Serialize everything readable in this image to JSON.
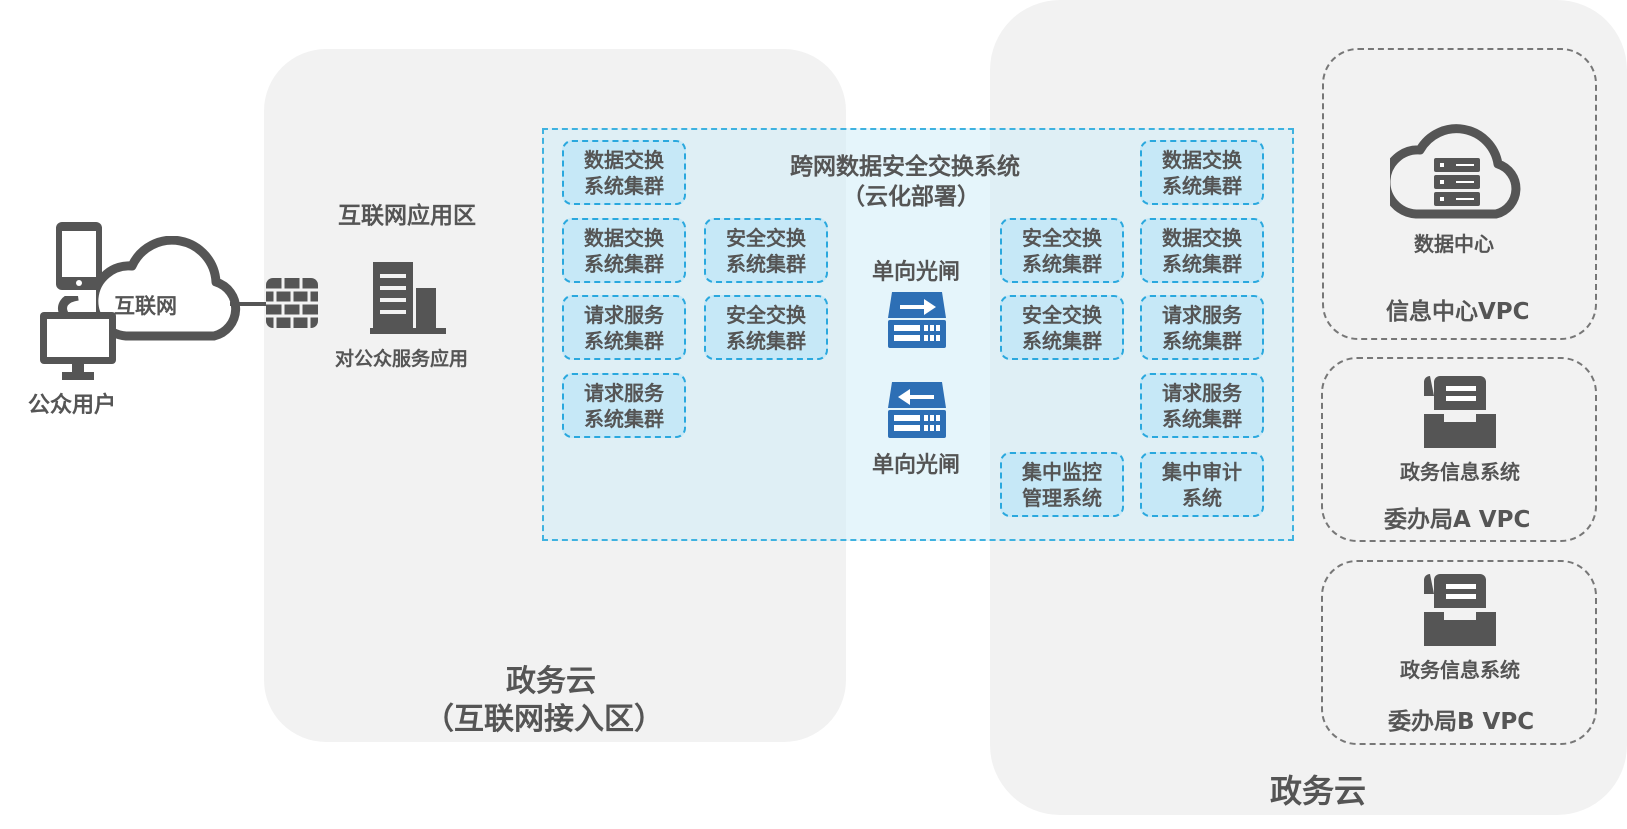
{
  "public_users": {
    "label": "公众用户"
  },
  "internet": {
    "label": "互联网"
  },
  "internet_zone": {
    "title": "互联网应用区",
    "server_label": "对公众服务应用",
    "footer_line1": "政务云",
    "footer_line2": "（互联网接入区）"
  },
  "exchange_system": {
    "title_line1": "跨网数据安全交换系统",
    "title_line2": "（云化部署）",
    "gate_top_label": "单向光闸",
    "gate_bottom_label": "单向光闸",
    "clusters": [
      "数据交换\n系统集群",
      "数据交换\n系统集群",
      "安全交换\n系统集群",
      "请求服务\n系统集群",
      "安全交换\n系统集群",
      "请求服务\n系统集群",
      "数据交换\n系统集群",
      "安全交换\n系统集群",
      "数据交换\n系统集群",
      "安全交换\n系统集群",
      "请求服务\n系统集群",
      "请求服务\n系统集群",
      "集中监控\n管理系统",
      "集中审计\n系统"
    ]
  },
  "gov_cloud": {
    "footer": "政务云"
  },
  "vpcs": {
    "info": {
      "icon_label": "数据中心",
      "name": "信息中心VPC"
    },
    "a": {
      "icon_label": "政务信息系统",
      "name": "委办局A VPC"
    },
    "b": {
      "icon_label": "政务信息系统",
      "name": "委办局B VPC"
    }
  },
  "colors": {
    "gray_icon": "#555555",
    "gate_blue": "#2d6fb5",
    "dashed_blue": "#2aa8de",
    "cluster_fill": "#c6e8f7",
    "zone_fill": "#f2f2f2"
  }
}
